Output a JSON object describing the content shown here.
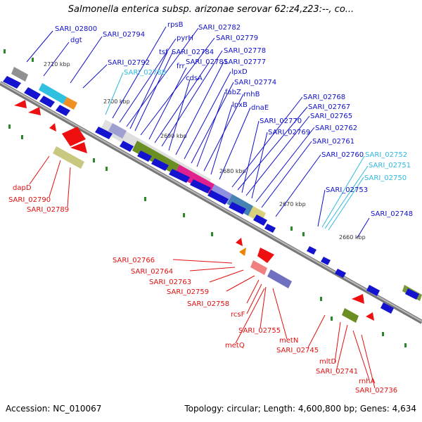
{
  "title": "Salmonella enterica subsp. arizonae serovar 62:z4,z23:--, co...",
  "footer": {
    "accession": "Accession: NC_010067",
    "summary": "Topology: circular; Length: 4,600,800 bp; Genes: 4,634"
  },
  "colors": {
    "forward_label": "#1010c8",
    "rna_label": "#30b8e0",
    "reverse_label": "#e01010",
    "backbone": "#888888"
  },
  "ticks": [
    "2710 kbp",
    "2700 kbp",
    "2690 kbp",
    "2680 kbp",
    "2670 kbp",
    "2660 kbp"
  ],
  "forward_labels": [
    "SARI_02800",
    "dgt",
    "SARI_02794",
    "SARI_02792",
    "SARI_02788",
    "rpsB",
    "pyrH",
    "SARI_02782",
    "tsf",
    "SARI_02784",
    "SARI_02779",
    "frr",
    "SARI_02781",
    "SARI_02778",
    "cdsA",
    "SARI_02777",
    "lpxD",
    "SARI_02774",
    "fabZ",
    "rnhB",
    "lpxB",
    "dnaE",
    "SARI_02768",
    "SARI_02767",
    "SARI_02770",
    "SARI_02765",
    "SARI_02769",
    "SARI_02762",
    "SARI_02761",
    "SARI_02760",
    "SARI_02752",
    "SARI_02751",
    "SARI_02750",
    "SARI_02753",
    "SARI_02748"
  ],
  "reverse_labels": [
    "dapD",
    "SARI_02790",
    "SARI_02789",
    "SARI_02766",
    "SARI_02764",
    "SARI_02763",
    "SARI_02759",
    "SARI_02758",
    "rcsF",
    "SARI_02755",
    "metQ",
    "metN",
    "SARI_02745",
    "mltD",
    "SARI_02741",
    "rnhA",
    "SARI_02736"
  ]
}
